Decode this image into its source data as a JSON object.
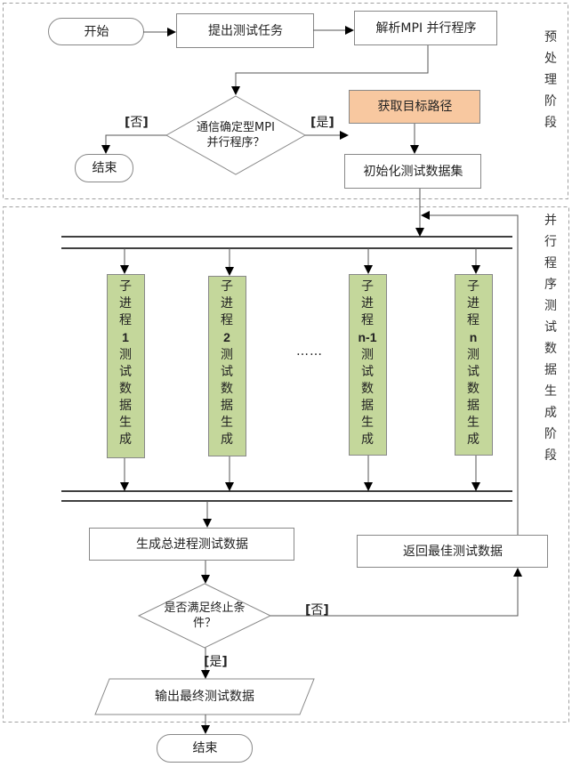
{
  "phases": {
    "preprocess_label": [
      "预",
      "处",
      "理",
      "阶",
      "段"
    ],
    "generation_label": [
      "并",
      "行",
      "程",
      "序",
      "测",
      "试",
      "数",
      "据",
      "生",
      "成",
      "阶",
      "段"
    ]
  },
  "nodes": {
    "start": "开始",
    "propose_task": "提出测试任务",
    "parse_program": "解析MPI 并行程序",
    "decision_mpi_line1": "通信确定型MPI",
    "decision_mpi_line2": "并行程序？",
    "end_top": "结束",
    "get_target_path": "获取目标路径",
    "init_dataset": "初始化测试数据集",
    "generate_total": "生成总进程测试数据",
    "return_best": "返回最佳测试数据",
    "decision_stop_line1": "是否满足终止条",
    "decision_stop_line2": "件？",
    "output_final": "输出最终测试数据",
    "end_bottom": "结束",
    "ellipsis": "……"
  },
  "subprocesses": [
    {
      "prefix": [
        "子",
        "进",
        "程"
      ],
      "id": "1",
      "suffix": [
        "测",
        "试",
        "数",
        "据",
        "生",
        "成"
      ]
    },
    {
      "prefix": [
        "子",
        "进",
        "程"
      ],
      "id": "2",
      "suffix": [
        "测",
        "试",
        "数",
        "据",
        "生",
        "成"
      ]
    },
    {
      "prefix": [
        "子",
        "进",
        "程"
      ],
      "id": "n-1",
      "suffix": [
        "测",
        "试",
        "数",
        "据",
        "生",
        "成"
      ]
    },
    {
      "prefix": [
        "子",
        "进",
        "程"
      ],
      "id": "n",
      "suffix": [
        "测",
        "试",
        "数",
        "据",
        "生",
        "成"
      ]
    }
  ],
  "guards": {
    "mpi_no": "否",
    "mpi_yes": "是",
    "stop_no": "否",
    "stop_yes": "是"
  },
  "colors": {
    "highlight_fill": "#f8c8a0",
    "subprocess_fill": "#c4d79b",
    "border": "#7f7f7f",
    "dashed": "#a0a0a0"
  }
}
